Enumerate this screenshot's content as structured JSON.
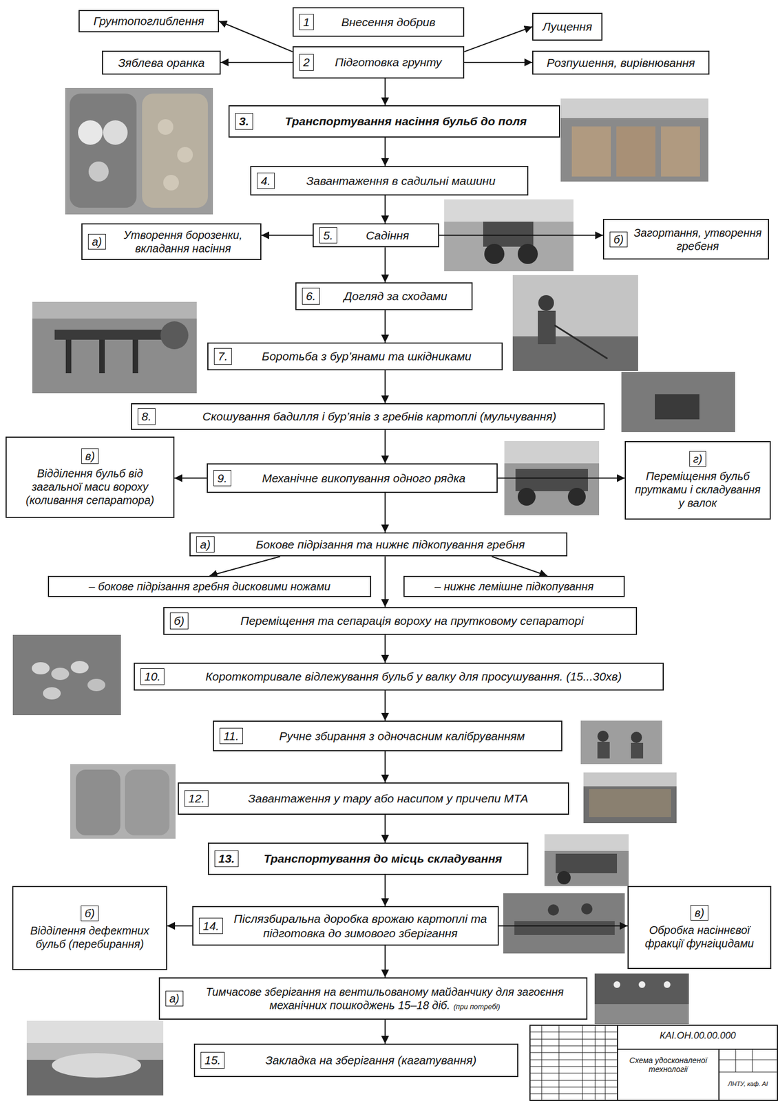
{
  "diagram": {
    "nodes": [
      {
        "text": [
          "1",
          "Внесення добрив"
        ]
      },
      {
        "text": [
          "Грунтопоглиблення"
        ]
      },
      {
        "text": [
          "Лущення"
        ]
      },
      {
        "text": [
          "2",
          "Підготовка грунту"
        ]
      },
      {
        "text": [
          "Зяблева оранка"
        ]
      },
      {
        "text": [
          "Розпушення, вирівнювання"
        ]
      },
      {
        "text": [
          "3.",
          "Транспортування насіння бульб до поля"
        ]
      },
      {
        "text": [
          "4.",
          "Завантаження в садильні машини"
        ]
      },
      {
        "text": [
          "а)",
          "Утворення борозенки, вкладання насіння"
        ]
      },
      {
        "text": [
          "5.",
          "Садіння"
        ]
      },
      {
        "text": [
          "б)",
          "Загортання, утворення гребеня"
        ]
      },
      {
        "text": [
          "6.",
          "Догляд за сходами"
        ]
      },
      {
        "text": [
          "7.",
          "Боротьба з бур’янами та шкідниками"
        ]
      },
      {
        "text": [
          "8.",
          "Скошування бадилля і бур’янів з гребнів картоплі (мульчування)"
        ]
      },
      {
        "text": [
          "в)",
          "Відділення бульб від загальної маси вороху (коливання сепаратора)"
        ]
      },
      {
        "text": [
          "9.",
          "Механічне викопування одного рядка"
        ]
      },
      {
        "text": [
          "г)",
          "Переміщення бульб прутками і складування у валок"
        ]
      },
      {
        "text": [
          "а)",
          "Бокове підрізання та нижнє підкопування гребня"
        ]
      },
      {
        "text": [
          "– бокове підрізання гребня дисковими ножами"
        ]
      },
      {
        "text": [
          "– нижнє лемішне підкопування"
        ]
      },
      {
        "text": [
          "б)",
          "Переміщення та сепарація вороху на прутковому сепараторі"
        ]
      },
      {
        "text": [
          "10.",
          "Короткотривале відлежування бульб у валку для просушування. (15...30хв)"
        ]
      },
      {
        "text": [
          "11.",
          "Ручне збирання з одночасним калібруванням"
        ]
      },
      {
        "text": [
          "12.",
          "Завантаження у тару або насипом у причепи МТА"
        ]
      },
      {
        "text": [
          "13.",
          "Транспортування до місць складування"
        ]
      },
      {
        "text": [
          "б)",
          "Відділення дефектних бульб (перебирання)"
        ]
      },
      {
        "text": [
          "14.",
          "Післязбиральна доробка врожаю картоплі та підготовка до зимового зберігання"
        ]
      },
      {
        "text": [
          "в)",
          "Обробка насіннєвої фракції фунгіцидами"
        ]
      },
      {
        "text": [
          "а)",
          "Тимчасове зберігання на вентильованому майданчику для загоєння механічних пошкоджень 15–18 діб.",
          "(при потребі)"
        ]
      },
      {
        "text": [
          "15.",
          "Закладка на зберігання (кагатування)"
        ]
      }
    ],
    "edges": [
      {
        "from": 3,
        "to": 1,
        "arrow": "to"
      },
      {
        "from": 3,
        "to": 4,
        "arrow": "to"
      },
      {
        "from": 3,
        "to": 2,
        "arrow": "to"
      },
      {
        "from": 3,
        "to": 5,
        "arrow": "to"
      },
      {
        "from": 3,
        "to": 6,
        "arrow": "to"
      },
      {
        "from": 6,
        "to": 7,
        "arrow": "to"
      },
      {
        "from": 7,
        "to": 9,
        "arrow": "to"
      },
      {
        "from": 9,
        "to": 8,
        "arrow": "to"
      },
      {
        "from": 9,
        "to": 10,
        "arrow": "to"
      },
      {
        "from": 9,
        "to": 11,
        "arrow": "to"
      },
      {
        "from": 11,
        "to": 12,
        "arrow": "to"
      },
      {
        "from": 12,
        "to": 13,
        "arrow": "to"
      },
      {
        "from": 13,
        "to": 15,
        "arrow": "to"
      },
      {
        "from": 15,
        "to": 14,
        "arrow": "to"
      },
      {
        "from": 15,
        "to": 16,
        "arrow": "to"
      },
      {
        "from": 15,
        "to": 17,
        "arrow": "to"
      },
      {
        "from": 17,
        "to": 18,
        "arrow": "to"
      },
      {
        "from": 17,
        "to": 19,
        "arrow": "to"
      },
      {
        "from": 17,
        "to": 20,
        "arrow": "to"
      },
      {
        "from": 20,
        "to": 21,
        "arrow": "to"
      },
      {
        "from": 21,
        "to": 22,
        "arrow": "to"
      },
      {
        "from": 22,
        "to": 23,
        "arrow": "to"
      },
      {
        "from": 23,
        "to": 24,
        "arrow": "to"
      },
      {
        "from": 24,
        "to": 26,
        "arrow": "to"
      },
      {
        "from": 26,
        "to": 25,
        "arrow": "to"
      },
      {
        "from": 26,
        "to": 27,
        "arrow": "to"
      },
      {
        "from": 26,
        "to": 28,
        "arrow": "to"
      },
      {
        "from": 28,
        "to": 29,
        "arrow": "to"
      }
    ],
    "labels": [
      "КАІ.ОН.00.00.000",
      "Схема удосконаленої технології",
      "ЛНТУ, каф. АІ"
    ]
  }
}
